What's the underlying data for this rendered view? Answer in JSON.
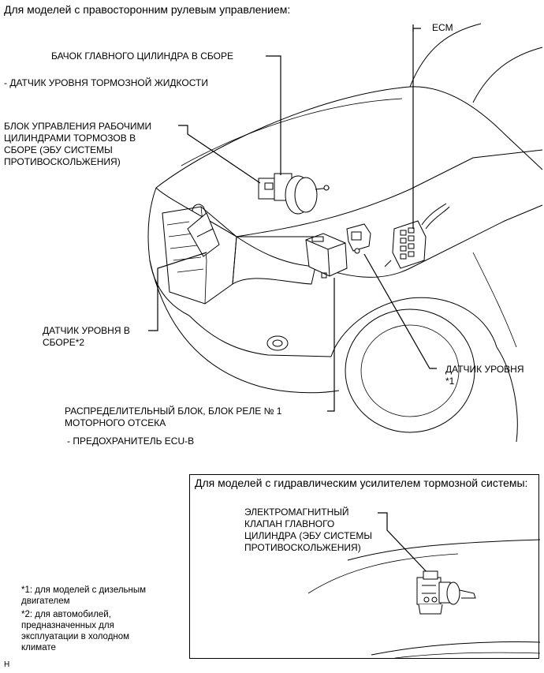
{
  "title": "Для моделей с правосторонним рулевым управлением:",
  "labels": {
    "ecm": "ECM",
    "master_reservoir": "БАЧОК ГЛАВНОГО ЦИЛИНДРА В СБОРЕ",
    "fluid_level_sensor": "- ДАТЧИК УРОВНЯ ТОРМОЗНОЙ ЖИДКОСТИ",
    "actuator_line1": "БЛОК УПРАВЛЕНИЯ РАБОЧИМИ",
    "actuator_line2": "ЦИЛИНДРАМИ ТОРМОЗОВ В",
    "actuator_line3": "СБОРЕ (ЭБУ СИСТЕМЫ",
    "actuator_line4": "ПРОТИВОСКОЛЬЖЕНИЯ)",
    "level_sensor_assy_line1": "ДАТЧИК УРОВНЯ В",
    "level_sensor_assy_line2": "СБОРЕ*2",
    "level_sensor_line1": "ДАТЧИК УРОВНЯ",
    "level_sensor_line2": "*1",
    "relay_block_line1": "РАСПРЕДЕЛИТЕЛЬНЫЙ БЛОК, БЛОК РЕЛЕ № 1",
    "relay_block_line2": "МОТОРНОГО ОТСЕКА",
    "fuse": "- ПРЕДОХРАНИТЕЛЬ ECU-B"
  },
  "inset": {
    "title": "Для моделей с гидравлическим усилителем тормозной системы:",
    "valve_line1": "ЭЛЕКТРОМАГНИТНЫЙ",
    "valve_line2": "КЛАПАН ГЛАВНОГО",
    "valve_line3": "ЦИЛИНДРА (ЭБУ СИСТЕМЫ",
    "valve_line4": "ПРОТИВОСКОЛЬЖЕНИЯ)"
  },
  "footnotes": {
    "fn1_line1": "*1: для моделей с дизельным",
    "fn1_line2": "двигателем",
    "fn2_line1": "*2: для автомобилей,",
    "fn2_line2": "предназначенных для",
    "fn2_line3": "эксплуатации в холодном",
    "fn2_line4": "климате"
  },
  "corner_mark": "H"
}
